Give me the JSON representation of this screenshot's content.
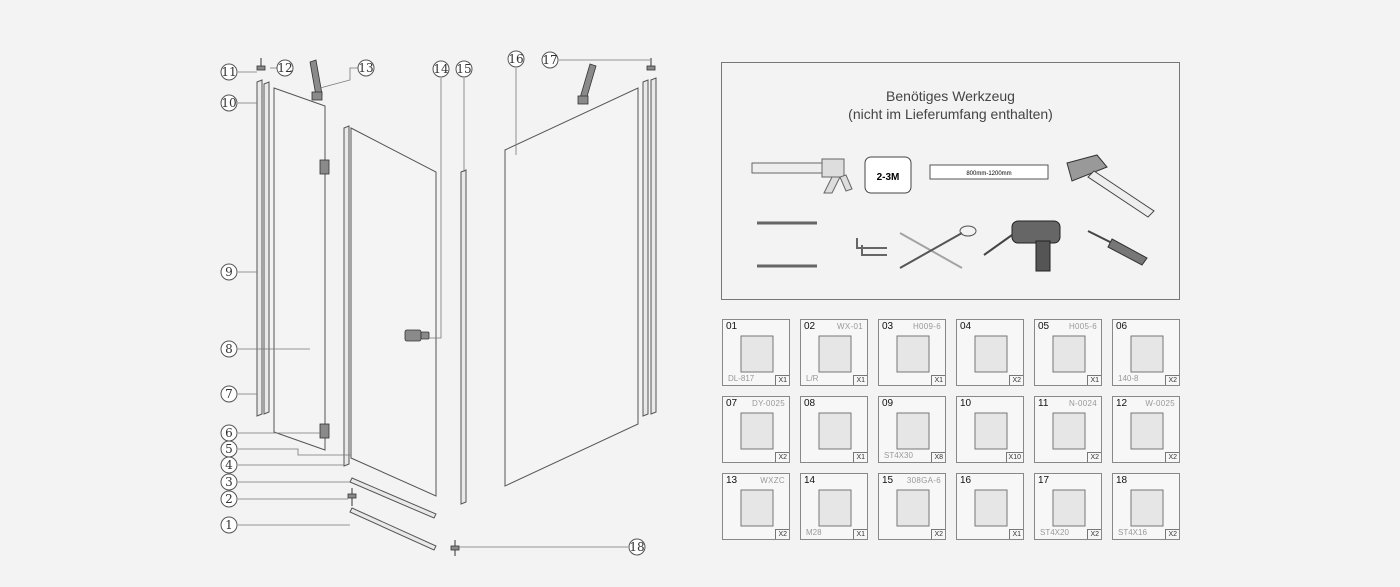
{
  "callouts": [
    "1",
    "2",
    "3",
    "4",
    "5",
    "6",
    "7",
    "8",
    "9",
    "10",
    "11",
    "12",
    "13",
    "14",
    "15",
    "16",
    "17",
    "18"
  ],
  "tools": {
    "title_line1": "Benötiges Werkzeug",
    "title_line2": "(nicht im Lieferumfang enthalten)",
    "tape_label": "2-3M",
    "level_label": "800mm-1200mm",
    "icons": [
      "caulking-gun-icon",
      "tape-measure-icon",
      "spirit-level-icon",
      "hammer-icon",
      "drill-bit-icon",
      "pencil-icon",
      "hex-key-icon",
      "scissors-icon",
      "power-drill-icon",
      "screwdriver-icon"
    ]
  },
  "parts": [
    {
      "no": "01",
      "code": "",
      "spec": "DL-817",
      "qty": "X1"
    },
    {
      "no": "02",
      "code": "WX-01",
      "spec": "L/R",
      "qty": "X1"
    },
    {
      "no": "03",
      "code": "H009-6",
      "spec": "",
      "qty": "X1"
    },
    {
      "no": "04",
      "code": "",
      "spec": "",
      "qty": "X2"
    },
    {
      "no": "05",
      "code": "H005-6",
      "spec": "",
      "qty": "X1"
    },
    {
      "no": "06",
      "code": "",
      "spec": "140-8",
      "qty": "X2"
    },
    {
      "no": "07",
      "code": "DY-0025",
      "spec": "",
      "qty": "X2"
    },
    {
      "no": "08",
      "code": "",
      "spec": "",
      "qty": "X1"
    },
    {
      "no": "09",
      "code": "",
      "spec": "ST4X30",
      "qty": "X8"
    },
    {
      "no": "10",
      "code": "",
      "spec": "",
      "qty": "X10"
    },
    {
      "no": "11",
      "code": "N-0024",
      "spec": "",
      "qty": "X2"
    },
    {
      "no": "12",
      "code": "W-0025",
      "spec": "",
      "qty": "X2"
    },
    {
      "no": "13",
      "code": "WXZC",
      "spec": "",
      "qty": "X2"
    },
    {
      "no": "14",
      "code": "",
      "spec": "M28",
      "qty": "X1"
    },
    {
      "no": "15",
      "code": "308GA-6",
      "spec": "",
      "qty": "X2"
    },
    {
      "no": "16",
      "code": "",
      "spec": "",
      "qty": "X1"
    },
    {
      "no": "17",
      "code": "",
      "spec": "ST4X20",
      "qty": "X2"
    },
    {
      "no": "18",
      "code": "",
      "spec": "ST4X16",
      "qty": "X2"
    }
  ]
}
